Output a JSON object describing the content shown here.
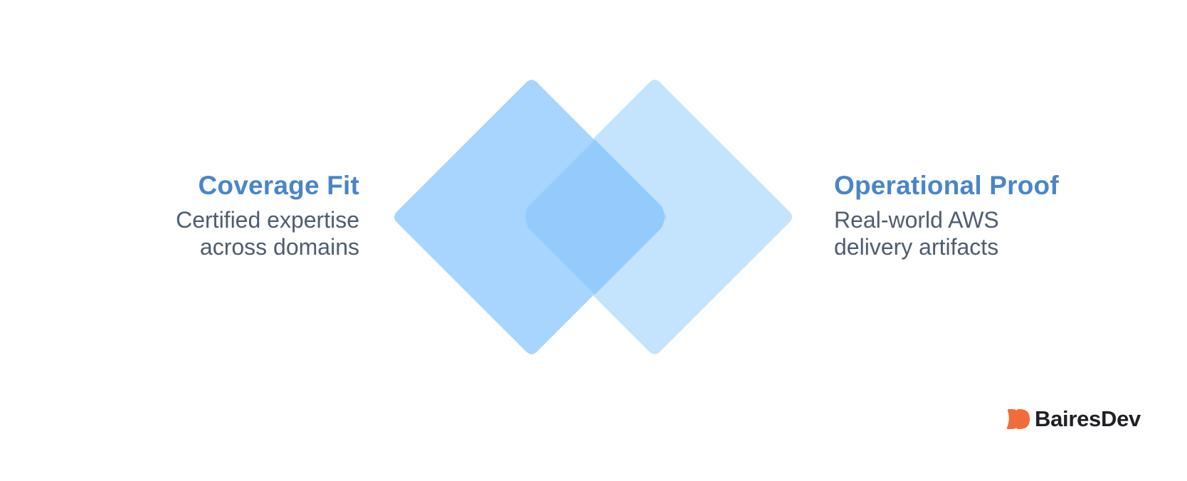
{
  "left": {
    "title": "Coverage Fit",
    "desc_line1": "Certified expertise",
    "desc_line2": "across domains"
  },
  "right": {
    "title": "Operational Proof",
    "desc_line1": "Real-world AWS",
    "desc_line2": "delivery artifacts"
  },
  "brand": {
    "name": "BairesDev",
    "mark_color": "#f26b3a"
  },
  "colors": {
    "title": "#4a86c5",
    "text": "#4e5d6e",
    "diamond_left": "#a8d5fd",
    "diamond_right": "#c4e4fe",
    "overlap": "#93ccfc"
  }
}
